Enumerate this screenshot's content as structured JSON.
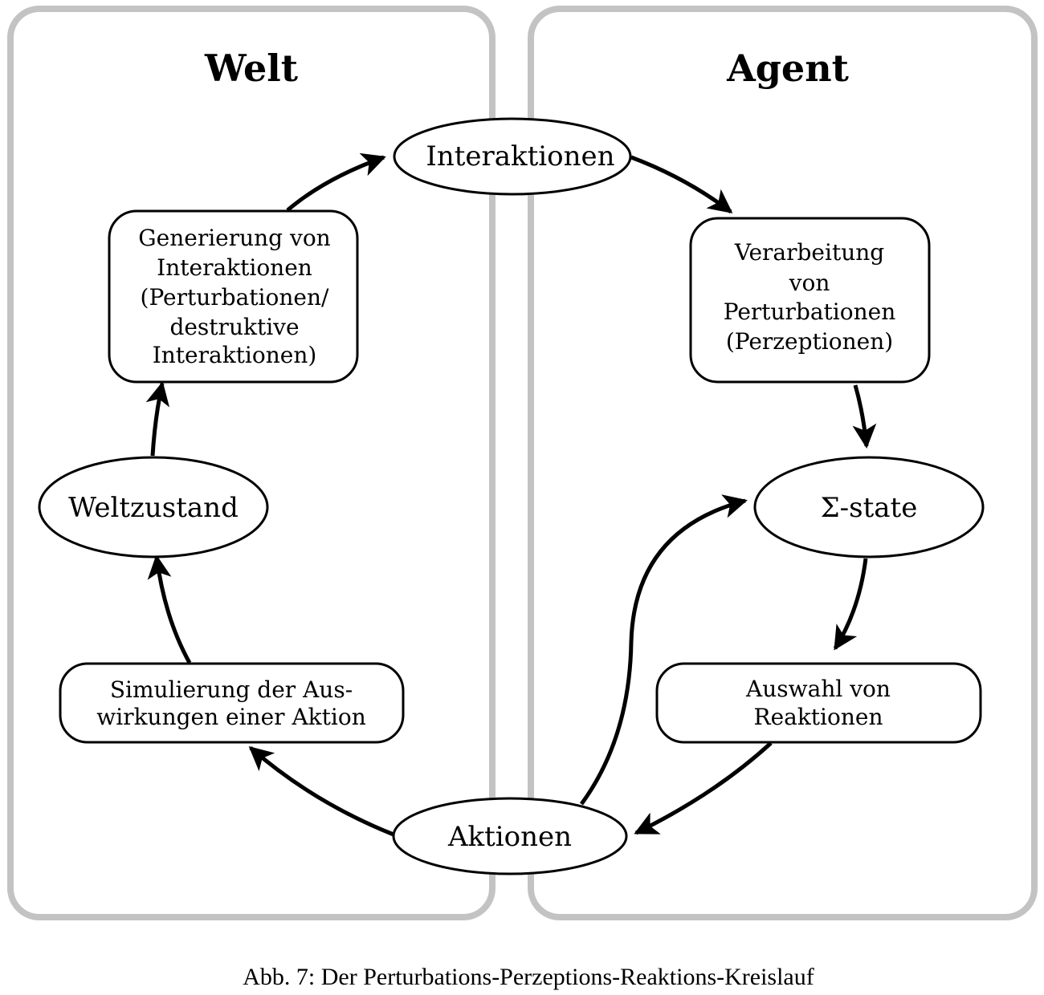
{
  "panels": {
    "world": {
      "title": "Welt"
    },
    "agent": {
      "title": "Agent"
    }
  },
  "nodes": {
    "interaktionen": {
      "shape": "ellipse",
      "lines": [
        "Interaktionen"
      ]
    },
    "generierung": {
      "shape": "rounded-box",
      "lines": [
        "Generierung von",
        "Interaktionen",
        "(Perturbationen/",
        "destruktive",
        "Interaktionen)"
      ]
    },
    "weltzustand": {
      "shape": "ellipse",
      "lines": [
        "Weltzustand"
      ]
    },
    "simulierung": {
      "shape": "rounded-box",
      "lines": [
        "Simulierung der Aus-",
        "wirkungen einer Aktion"
      ]
    },
    "aktionen": {
      "shape": "ellipse",
      "lines": [
        "Aktionen"
      ]
    },
    "verarbeitung": {
      "shape": "rounded-box",
      "lines": [
        "Verarbeitung",
        "von",
        "Perturbationen",
        "(Perzeptionen)"
      ]
    },
    "sigma_state": {
      "shape": "ellipse",
      "lines": [
        "Σ-state"
      ]
    },
    "auswahl": {
      "shape": "rounded-box",
      "lines": [
        "Auswahl von",
        "Reaktionen"
      ]
    }
  },
  "edges": [
    {
      "from": "generierung",
      "to": "interaktionen"
    },
    {
      "from": "interaktionen",
      "to": "verarbeitung"
    },
    {
      "from": "verarbeitung",
      "to": "sigma_state"
    },
    {
      "from": "sigma_state",
      "to": "auswahl"
    },
    {
      "from": "auswahl",
      "to": "aktionen"
    },
    {
      "from": "aktionen",
      "to": "sigma_state"
    },
    {
      "from": "aktionen",
      "to": "simulierung"
    },
    {
      "from": "simulierung",
      "to": "weltzustand"
    },
    {
      "from": "weltzustand",
      "to": "generierung"
    }
  ],
  "caption": "Abb. 7: Der Perturbations-Perzeptions-Reaktions-Kreislauf"
}
